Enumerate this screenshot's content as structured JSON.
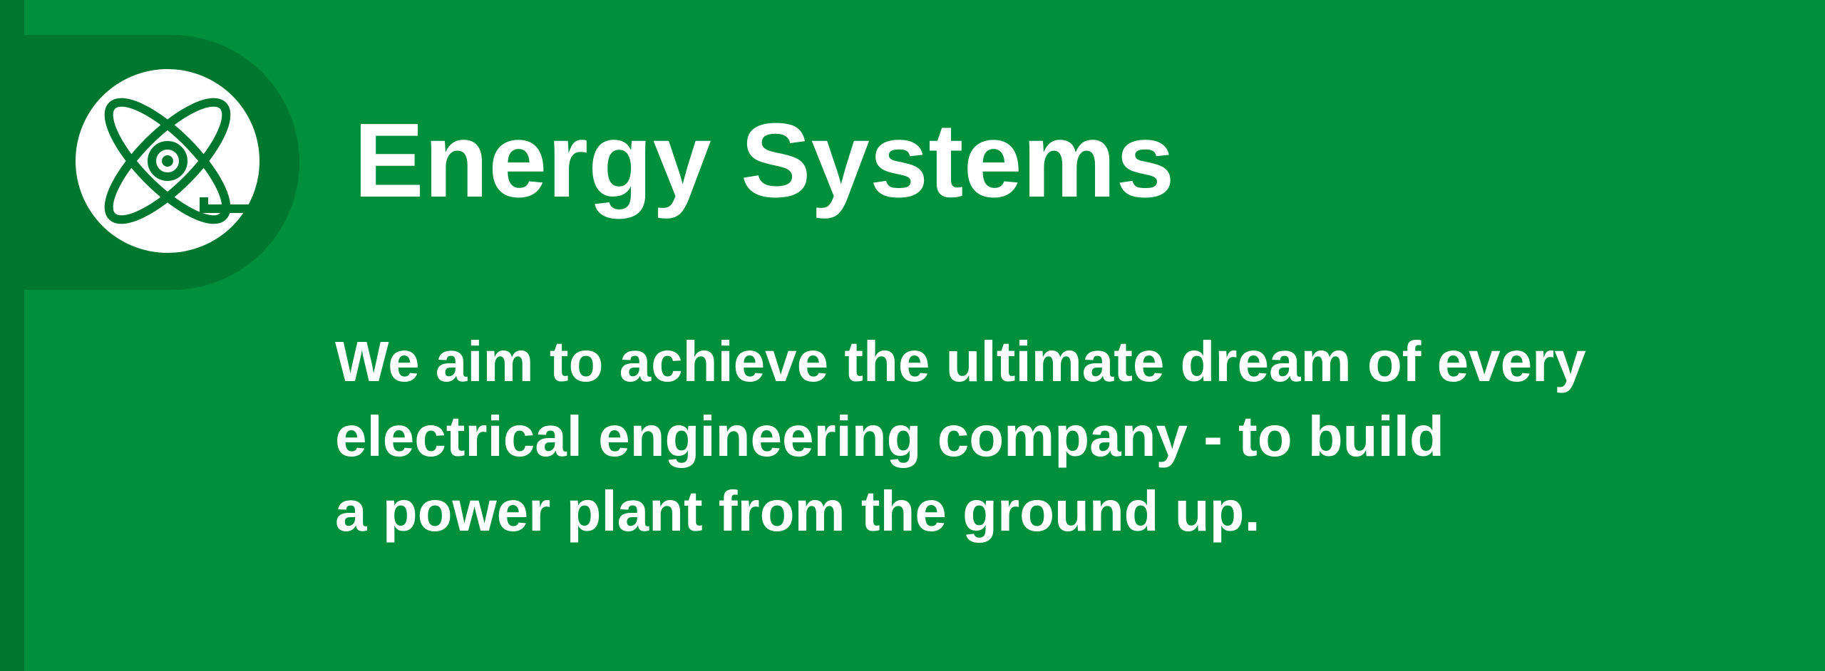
{
  "header": {
    "title": "Energy Systems",
    "icon": "atom-icon"
  },
  "description": {
    "lines": [
      "We aim to achieve the ultimate dream of every",
      "electrical engineering company - to build",
      "a power plant from the ground up."
    ]
  },
  "colors": {
    "background": "#008f3b",
    "accent_dark": "#00772f",
    "text": "#ffffff"
  }
}
